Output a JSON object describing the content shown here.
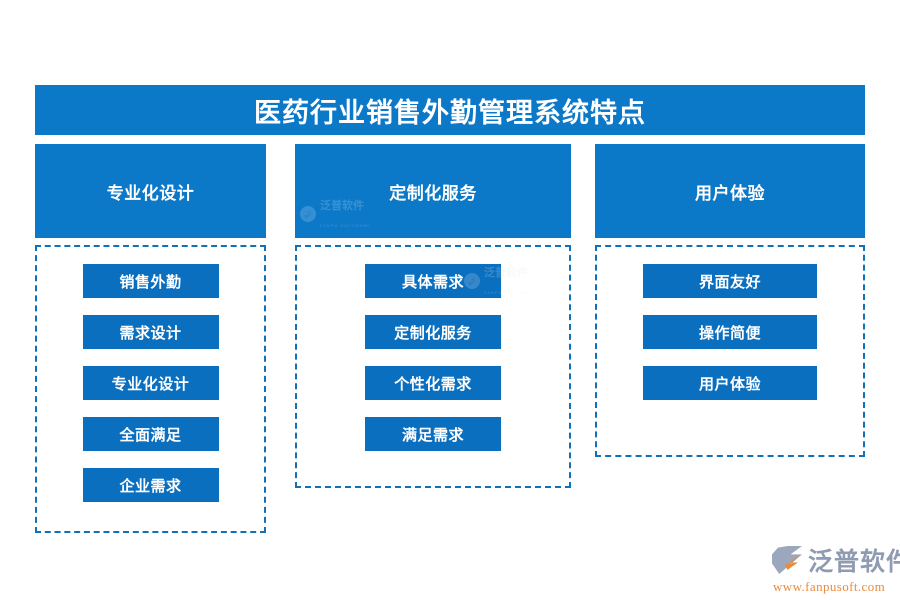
{
  "title": {
    "text": "医药行业销售外勤管理系统特点"
  },
  "columns": [
    {
      "header": "专业化设计",
      "items": [
        "销售外勤",
        "需求设计",
        "专业化设计",
        "全面满足",
        "企业需求"
      ]
    },
    {
      "header": "定制化服务",
      "items": [
        "具体需求",
        "定制化服务",
        "个性化需求",
        "满足需求"
      ]
    },
    {
      "header": "用户体验",
      "items": [
        "界面友好",
        "操作简便",
        "用户体验"
      ]
    }
  ],
  "watermarks": [
    {
      "text": "泛普软件",
      "sub": "FANPU SOFTWARE"
    },
    {
      "text": "泛普软件",
      "sub": "FANPU SOFTWARE"
    }
  ],
  "brand": {
    "name": "泛普软件",
    "url": "www.fanpusoft.com"
  },
  "colors": {
    "banner_blue": "#0b78c8",
    "header_blue": "#0b78c8",
    "chip_blue": "#0b6fbf",
    "dashed_border": "#1171b8",
    "brand_grey": "#8f9bb0",
    "brand_orange": "#e98a3c",
    "background": "#ffffff"
  }
}
